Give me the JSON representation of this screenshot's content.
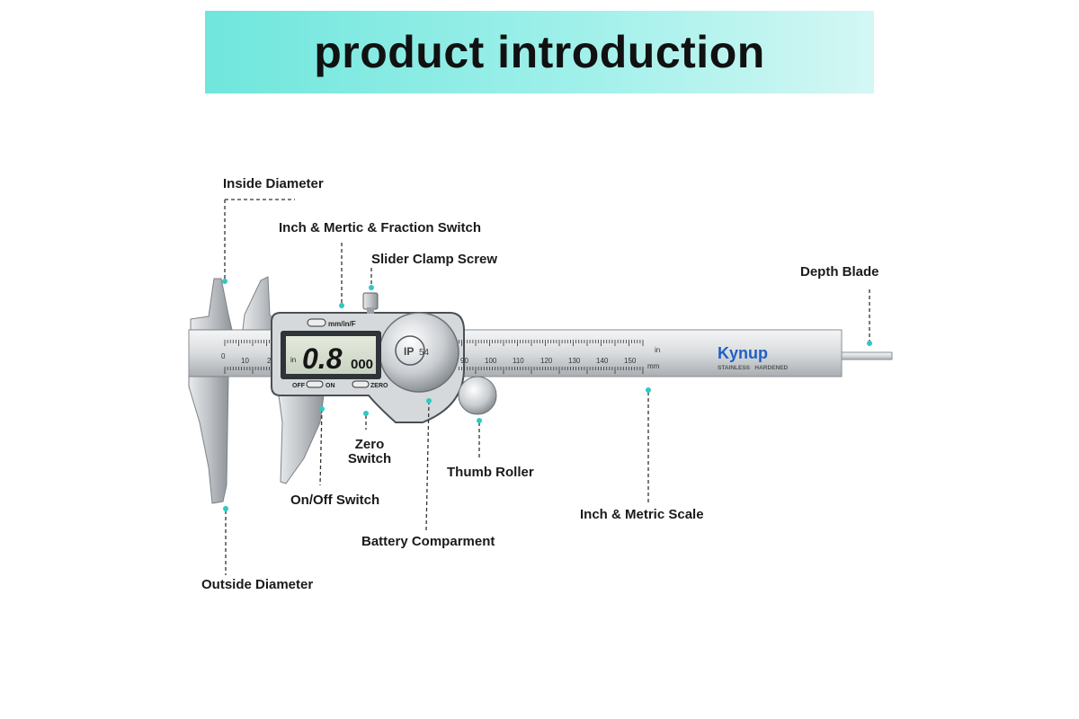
{
  "header": {
    "title": "product introduction"
  },
  "colors": {
    "banner_start": "#6fe6dc",
    "banner_end": "#d4f7f4",
    "callout_dot": "#2ec9c3",
    "leader_line": "#333333",
    "brand_blue": "#1f5fc8",
    "brand_orange": "#f08a1c"
  },
  "callouts": {
    "inside_diameter": "Inside Diameter",
    "fraction_switch": "Inch & Mertic & Fraction Switch",
    "slider_clamp": "Slider Clamp Screw",
    "depth_blade": "Depth Blade",
    "zero_switch_1": "Zero",
    "zero_switch_2": "Switch",
    "thumb_roller": "Thumb Roller",
    "on_off": "On/Off Switch",
    "inch_metric_scale": "Inch & Metric Scale",
    "battery": "Battery Comparment",
    "outside_diameter": "Outside Diameter"
  },
  "device": {
    "display_reading": "0.8",
    "display_small": "000",
    "display_unit": "in",
    "mode_label": "mm/in/F",
    "off_label": "OFF",
    "on_label": "ON",
    "zero_label": "ZERO",
    "ip_rating": "IP",
    "ip_number": "54",
    "brand": "Kynup",
    "brand_tag": "STAINLESS   HARDENED",
    "scale_unit_in": "in",
    "scale_unit_mm": "mm",
    "metric_ticks": [
      "0",
      "10",
      "2",
      "90",
      "100",
      "110",
      "120",
      "130",
      "140",
      "150"
    ]
  }
}
